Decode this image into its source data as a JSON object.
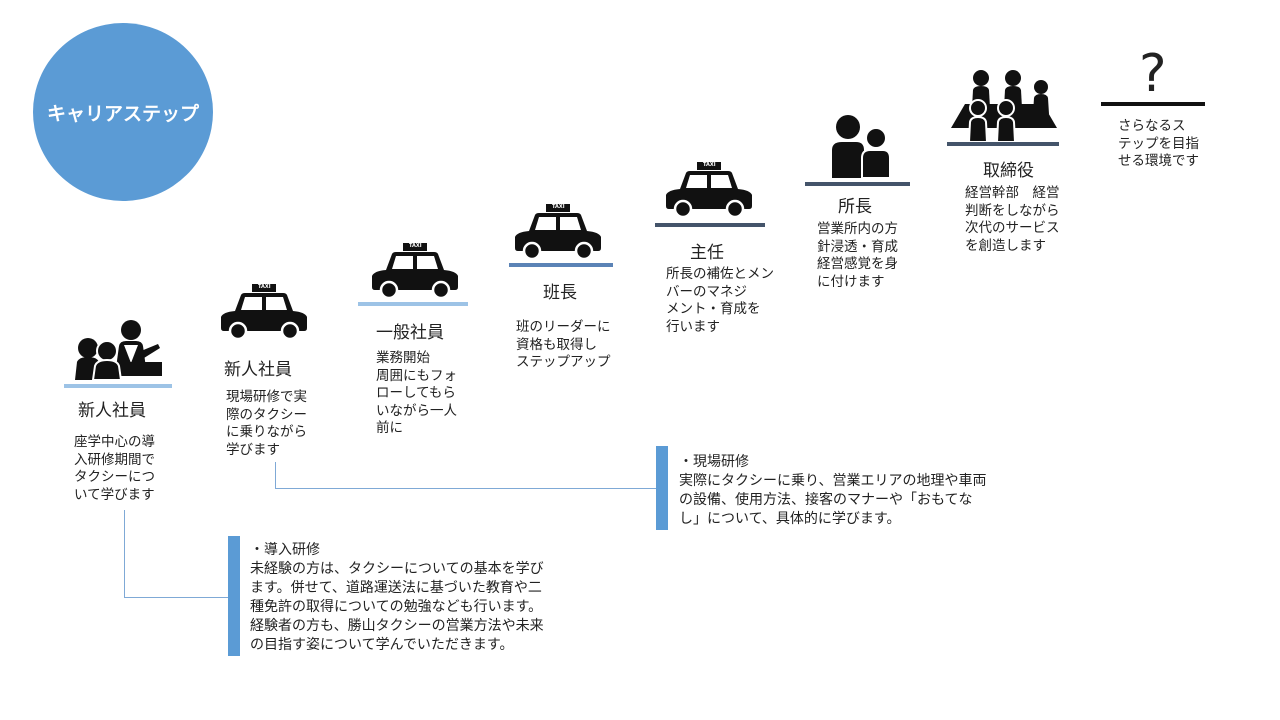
{
  "badge": {
    "label": "キャリアステップ"
  },
  "colors": {
    "badge": "#5b9bd5",
    "rule_light": "#9dc3e6",
    "rule_mid": "#5b83b6",
    "rule_dark": "#44546a",
    "callout_bar": "#5b9bd5",
    "connector": "#7fa9d6",
    "icon": "#111111"
  },
  "steps": [
    {
      "title": "新人社員",
      "icon": "people-group-icon",
      "desc": "座学中心の導\n入研修期間で\nタクシーにつ\nいて学びます"
    },
    {
      "title": "新人社員",
      "icon": "taxi-icon",
      "desc": "現場研修で実\n際のタクシー\nに乗りながら\n学びます"
    },
    {
      "title": "一般社員",
      "icon": "taxi-icon",
      "desc": "業務開始\n周囲にもフォ\nローしてもら\nいながら一人\n前に"
    },
    {
      "title": "班長",
      "icon": "taxi-icon",
      "desc": "班のリーダーに\n資格も取得し\nステップアップ"
    },
    {
      "title": "主任",
      "icon": "taxi-icon",
      "desc": "所長の補佐とメン\nバーのマネジ\nメント・育成を\n行います"
    },
    {
      "title": "所長",
      "icon": "two-people-icon",
      "desc": "営業所内の方\n針浸透・育成\n経営感覚を身\nに付けます"
    },
    {
      "title": "取締役",
      "icon": "board-group-icon",
      "desc": "経営幹部　経営\n判断をしながら\n次代のサービス\nを創造します"
    },
    {
      "title": "?",
      "icon": "question-mark-icon",
      "desc": "さらなるス\nテップを目指\nせる環境です"
    }
  ],
  "taxi_sign": "TAXI",
  "callouts": {
    "genba": {
      "heading": "・現場研修",
      "body": "実際にタクシーに乗り、営業エリアの地理や車両\nの設備、使用方法、接客のマナーや「おもてな\nし」について、具体的に学びます。"
    },
    "donyu": {
      "heading": "・導入研修",
      "body": "未経験の方は、タクシーについての基本を学び\nます。併せて、道路運送法に基づいた教育や二\n種免許の取得についての勉強なども行います。\n経験者の方も、勝山タクシーの営業方法や未来\nの目指す姿について学んでいただきます。"
    }
  }
}
